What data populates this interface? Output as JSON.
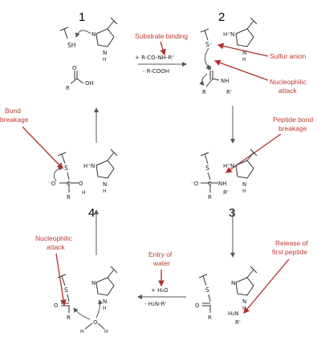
{
  "steps": [
    "1",
    "2",
    "3",
    "4"
  ],
  "labels": {
    "substrate_binding": "Substrate binding",
    "sulfur_anion": "Sulfur anion",
    "nucleophilic_attack_1": [
      "Nucleophilic",
      "attack"
    ],
    "peptide_bond_breakage": [
      "Peptide bond",
      "breakage"
    ],
    "bond_breakage": [
      "Bond",
      "breakage"
    ],
    "release_first_peptide": [
      "Release of",
      "first peptide"
    ],
    "entry_of_water": [
      "Entry of",
      "water"
    ],
    "nucleophilic_attack_2": [
      "Nucleophilic",
      "attack"
    ]
  },
  "conditions": {
    "top_plus": "+ R-CO-NH-R'",
    "top_minus": "- R-COOH",
    "bottom_plus": "+ H₂O",
    "bottom_minus": "- H₂N-R'"
  },
  "chem": {
    "sh": "SH",
    "s": "S",
    "s_minus": "S⁻",
    "n": "N",
    "h": "H",
    "hn_plus": "H⁺N",
    "o": "O",
    "o_minus": "⁻O",
    "oh": "OH",
    "nh": "NH",
    "r": "R",
    "r_prime": "R'",
    "h2n": "H₂N",
    "c": "C"
  },
  "colors": {
    "annotation": "#c0392b",
    "ink": "#222222"
  }
}
